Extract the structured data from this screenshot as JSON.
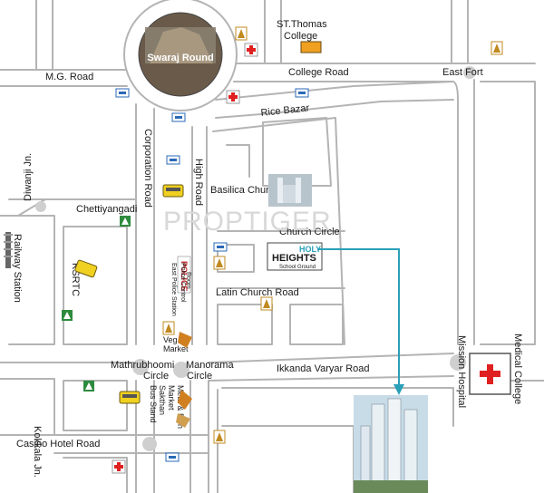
{
  "roads": {
    "mg_road": "M.G. Road",
    "college_road": "College Road",
    "rice_bazar": "Rice Bazar",
    "corporation_road": "Corporation Road",
    "high_road": "High Road",
    "basilica_church_road": "Basilica Church Road",
    "latin_church_road": "Latin Church Road",
    "ikkanda_varyar_road": "Ikkanda Varyar Road",
    "casino_hotel_road": "Casino Hotel Road",
    "chettiyangadi": "Chettiyangadi",
    "diwanji_jn": "Diwanji Jn.",
    "kokkala_jn": "Kokkala Jn.",
    "mission_hospital": "Mission Hospital"
  },
  "places": {
    "swaraj_round": "Swaraj Round",
    "st_thomas_college_1": "ST.Thomas",
    "st_thomas_college_2": "College",
    "east_fort": "East Fort",
    "railway_station": "Railway Station",
    "ksrtc": "KSRTC",
    "church_circle": "Church Circle",
    "mathrubhoomi_circle_1": "Mathrubhoomi",
    "mathrubhoomi_circle_2": "Circle",
    "manorama_circle_1": "Manorama",
    "manorama_circle_2": "Circle",
    "medical_college": "Medical College",
    "police": "POLICE",
    "police_station_1": "Police Control",
    "police_station_2": "Room",
    "police_station_3": "East Police Station",
    "veg_market_1": "Veg.",
    "veg_market_2": "Market",
    "meat_fish_market_1": "Meat & Fish",
    "meat_fish_market_2": "Market",
    "sakthan_bus_stand_1": "Sakthan",
    "sakthan_bus_stand_2": "Bus Stand"
  },
  "project_logo": {
    "line1": "HOLY",
    "line2": "HEIGHTS",
    "line3": "School Ground"
  },
  "watermark": "PROPTIGER",
  "colors": {
    "road": "#b8b8b8",
    "arrow": "#2aa0b8",
    "hospital_cross": "#e02020",
    "bus": "#f0d020",
    "church_icon": "#2e8b3e",
    "temple_icon": "#c08a20"
  },
  "icons": [
    "hospital-cross-icon",
    "bus-icon",
    "church-icon",
    "temple-icon",
    "train-icon",
    "atm-icon",
    "fuel-icon"
  ]
}
